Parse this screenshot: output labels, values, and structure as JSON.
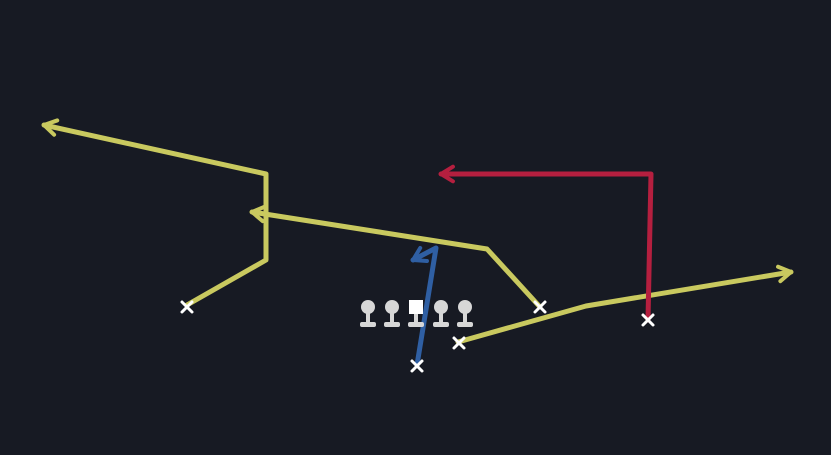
{
  "board": {
    "background": "#171a23"
  },
  "colors": {
    "route_yellow": "#c9c95f",
    "route_red": "#b51f3f",
    "route_blue": "#2f5fa3",
    "player_marker": "#ffffff",
    "lineman": "#d7d7d7",
    "center": "#ffffff"
  },
  "icons": {
    "receiver_marker": "x-mark-icon",
    "lineman": "lineman-icon",
    "center": "center-square-icon"
  },
  "routes": [
    {
      "id": "left-post-corner",
      "color_key": "route_yellow",
      "arrow": true
    },
    {
      "id": "slot-in",
      "color_key": "route_yellow",
      "arrow": true
    },
    {
      "id": "right-flat-go",
      "color_key": "route_yellow",
      "arrow": true
    },
    {
      "id": "outside-out",
      "color_key": "route_red",
      "arrow": true
    },
    {
      "id": "qb-drop",
      "color_key": "route_blue",
      "arrow": true
    }
  ],
  "players": [
    {
      "id": "left-wideout",
      "icon": "x-mark-icon"
    },
    {
      "id": "slot-left",
      "icon": "x-mark-icon"
    },
    {
      "id": "tight-slot",
      "icon": "x-mark-icon"
    },
    {
      "id": "right-wideout",
      "icon": "x-mark-icon"
    },
    {
      "id": "quarterback",
      "icon": "x-mark-icon"
    }
  ],
  "line": {
    "count": 5,
    "center_index": 2
  }
}
